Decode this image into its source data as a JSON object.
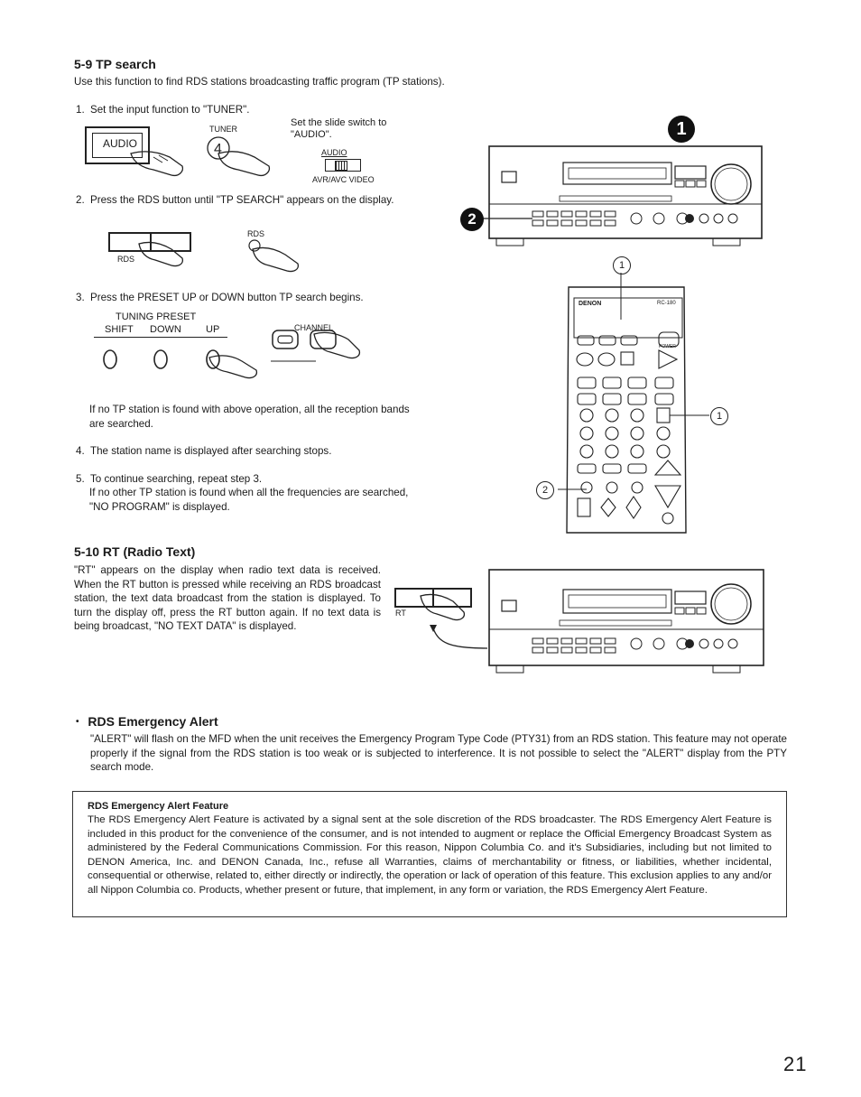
{
  "sec_tp": {
    "title": "5-9 TP search",
    "intro": "Use this function to find RDS stations broadcasting traffic program (TP stations).",
    "step1": {
      "num": "1.",
      "text": "Set the input function to \"TUNER\"."
    },
    "audio_button": "AUDIO",
    "tuner_label": "TUNER",
    "slide_note": "Set the slide switch to \"AUDIO\".",
    "slide_audio": "AUDIO",
    "slide_avrvideo": "AVR/AVC VIDEO",
    "step2": {
      "num": "2.",
      "text": "Press the RDS button until \"TP SEARCH\" appears on the display."
    },
    "rds_label": "RDS",
    "step3": {
      "num": "3.",
      "text": "Press the PRESET UP or DOWN button TP search begins."
    },
    "tuning_preset": "TUNING PRESET",
    "shift": "SHIFT",
    "down": "DOWN",
    "up": "UP",
    "channel": "CHANNEL",
    "note": "If no TP station is found with above operation, all the reception bands are searched.",
    "step4": {
      "num": "4.",
      "text": "The station name is displayed after searching stops."
    },
    "step5": {
      "num": "5.",
      "text": "To continue searching, repeat step 3.",
      "text2": "If no other TP station is found when all the frequencies are searched, \"NO PROGRAM\" is displayed."
    }
  },
  "sec_rt": {
    "title": "5-10 RT (Radio Text)",
    "body": "\"RT\" appears on the display when radio text data is received. When the RT button is pressed while receiving an RDS broadcast station, the text data broadcast from the station is displayed. To turn the display off, press the RT button again. If no text data is being broadcast, \"NO TEXT DATA\" is displayed.",
    "rt_label": "RT"
  },
  "figure_callouts": {
    "one": "1",
    "two": "2",
    "remote_one": "1",
    "remote_two": "2"
  },
  "remote": {
    "brand": "DENON",
    "model": "RC-180",
    "power": "POWER"
  },
  "sec_alert": {
    "bullet": "•",
    "title": "RDS Emergency Alert",
    "body": "\"ALERT\" will flash on the MFD when the unit receives the Emergency Program Type Code (PTY31) from an RDS station. This feature may not operate properly if the signal from the RDS station is too weak or is subjected to interference. It is not possible to select the \"ALERT\" display from the PTY search mode."
  },
  "feature_box": {
    "title": "RDS Emergency Alert Feature",
    "body": "The RDS Emergency Alert Feature is activated by a signal sent at the sole discretion of the RDS broadcaster. The RDS Emergency Alert Feature is included in this product for the convenience of the consumer, and is not intended to augment or replace the Official Emergency Broadcast System as administered by the Federal Communications Commission. For this reason, Nippon Columbia Co. and it's Subsidiaries, including but not limited to DENON America, Inc. and DENON Canada, Inc., refuse all Warranties, claims of merchantability or fitness, or liabilities, whether incidental, consequential or otherwise, related to, either directly or indirectly, the operation or lack of operation of this feature. This exclusion applies to any and/or all Nippon Columbia co. Products, whether present or future, that implement, in any form or variation, the RDS Emergency Alert Feature."
  },
  "page_number": "21"
}
